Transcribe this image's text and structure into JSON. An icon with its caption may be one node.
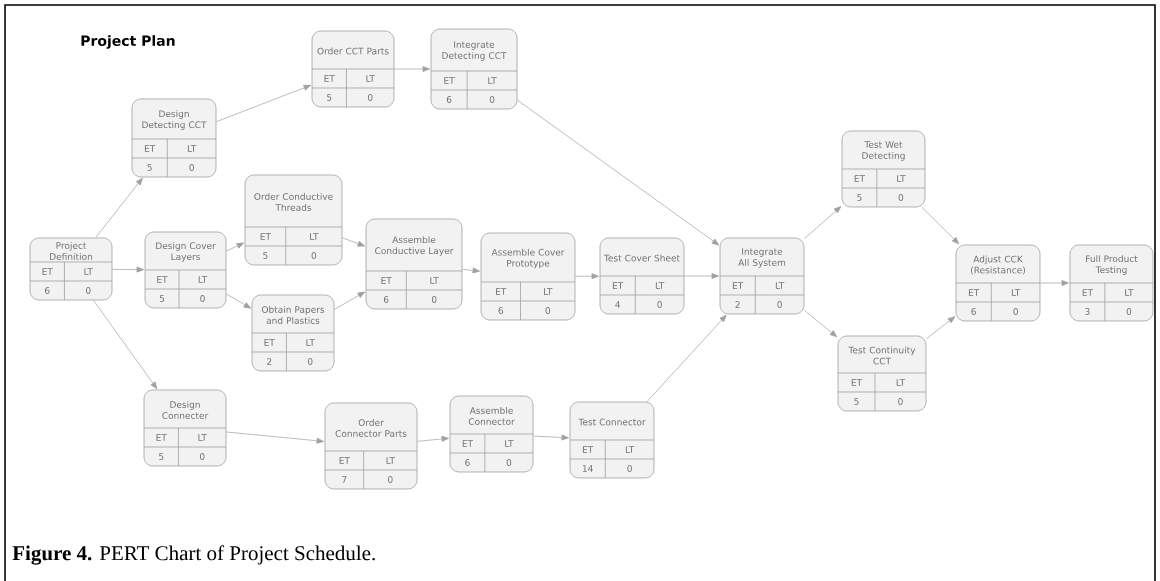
{
  "diagram": {
    "title": "Project Plan",
    "caption": "**Figure 4.** PERT Chart of Project Schedule.",
    "nodes": [
      {
        "text": [
          "Project Definition",
          "ET",
          "LT",
          "6",
          "0"
        ]
      },
      {
        "text": [
          "Design Detecting CCT",
          "ET",
          "LT",
          "5",
          "0"
        ]
      },
      {
        "text": [
          "Order CCT Parts",
          "ET",
          "LT",
          "5",
          "0"
        ]
      },
      {
        "text": [
          "Integrate Detecting CCT",
          "ET",
          "LT",
          "6",
          "0"
        ]
      },
      {
        "text": [
          "Design Cover Layers",
          "ET",
          "LT",
          "5",
          "0"
        ]
      },
      {
        "text": [
          "Order Conductive Threads",
          "ET",
          "LT",
          "5",
          "0"
        ]
      },
      {
        "text": [
          "Obtain Papers and Plastics",
          "ET",
          "LT",
          "2",
          "0"
        ]
      },
      {
        "text": [
          "Assemble Conductive Layer",
          "ET",
          "LT",
          "6",
          "0"
        ]
      },
      {
        "text": [
          "Assemble Cover Prototype",
          "ET",
          "LT",
          "6",
          "0"
        ]
      },
      {
        "text": [
          "Test Cover Sheet",
          "ET",
          "LT",
          "4",
          "0"
        ]
      },
      {
        "text": [
          "Integrate All System",
          "ET",
          "LT",
          "2",
          "0"
        ]
      },
      {
        "text": [
          "Design Connecter",
          "ET",
          "LT",
          "5",
          "0"
        ]
      },
      {
        "text": [
          "Order Connector Parts",
          "ET",
          "LT",
          "7",
          "0"
        ]
      },
      {
        "text": [
          "Assemble Connector",
          "ET",
          "LT",
          "6",
          "0"
        ]
      },
      {
        "text": [
          "Test Connector",
          "ET",
          "LT",
          "14",
          "0"
        ]
      },
      {
        "text": [
          "Test Wet Detecting",
          "ET",
          "LT",
          "5",
          "0"
        ]
      },
      {
        "text": [
          "Test Continuity CCT",
          "ET",
          "LT",
          "5",
          "0"
        ]
      },
      {
        "text": [
          "Adjust CCK (Resistance)",
          "ET",
          "LT",
          "6",
          "0"
        ]
      },
      {
        "text": [
          "Full Product Testing",
          "ET",
          "LT",
          "3",
          "0"
        ]
      }
    ],
    "edges": [
      {
        "from": 0,
        "to": 1,
        "arrow": "to"
      },
      {
        "from": 0,
        "to": 4,
        "arrow": "to"
      },
      {
        "from": 0,
        "to": 11,
        "arrow": "to"
      },
      {
        "from": 1,
        "to": 2,
        "arrow": "to"
      },
      {
        "from": 2,
        "to": 3,
        "arrow": "to"
      },
      {
        "from": 3,
        "to": 10,
        "arrow": "to"
      },
      {
        "from": 4,
        "to": 5,
        "arrow": "to"
      },
      {
        "from": 4,
        "to": 6,
        "arrow": "to"
      },
      {
        "from": 5,
        "to": 7,
        "arrow": "to"
      },
      {
        "from": 6,
        "to": 7,
        "arrow": "to"
      },
      {
        "from": 7,
        "to": 8,
        "arrow": "to"
      },
      {
        "from": 8,
        "to": 9,
        "arrow": "to"
      },
      {
        "from": 9,
        "to": 10,
        "arrow": "to"
      },
      {
        "from": 11,
        "to": 12,
        "arrow": "to"
      },
      {
        "from": 12,
        "to": 13,
        "arrow": "to"
      },
      {
        "from": 13,
        "to": 14,
        "arrow": "to"
      },
      {
        "from": 14,
        "to": 10,
        "arrow": "to"
      },
      {
        "from": 10,
        "to": 15,
        "arrow": "to"
      },
      {
        "from": 10,
        "to": 16,
        "arrow": "to"
      },
      {
        "from": 15,
        "to": 17,
        "arrow": "to"
      },
      {
        "from": 16,
        "to": 17,
        "arrow": "to"
      },
      {
        "from": 17,
        "to": 18,
        "arrow": "to"
      }
    ]
  }
}
